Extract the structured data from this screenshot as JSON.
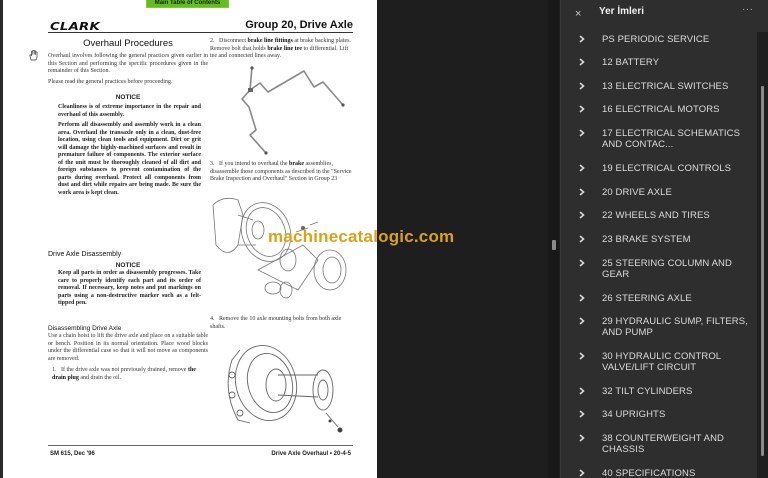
{
  "viewer": {
    "toc_button": "Main Table of Contents",
    "page": {
      "logo": "CLARK",
      "group_title": "Group 20, Drive Axle",
      "overhaul": {
        "title": "Overhaul Procedures",
        "intro": "Overhaul involves following the general practices given earlier in this Section and performing the specific procedures given in the remainder of this Section.",
        "read_note": "Please read the general practices before proceeding.",
        "notice_heading": "NOTICE",
        "notice_1": "Cleanliness is of extreme importance in the repair and overhaul of this assembly.",
        "notice_2": "Perform all disassembly and assembly work in a clean area. Overhaul the transaxle only in a clean, dust-free location, using clean tools and equipment. Dirt or grit will damage the highly-machined surfaces and result in premature failure of components. The exterior surface of the unit must be thoroughly cleaned of all dirt and foreign substances to prevent contamination of the parts during overhaul. Protect all components from dust and dirt while repairs are being made. Be sure the work area is kept clean."
      },
      "disassembly": {
        "title": "Drive Axle Disassembly",
        "notice_heading": "NOTICE",
        "notice": "Keep all parts in order as disassembly progresses. Take care to properly identify each part and its order of removal. If necessary, keep notes and put markings on parts using a non-destructive marker such as a felt-tipped pen."
      },
      "disassembling": {
        "title": "Disassembling Drive Axle",
        "intro": "Use a chain hoist to lift the drive axle and place on a suitable table or bench. Position in its normal orientation. Place wood blocks under the differential case so that it will not move as components are removed.",
        "step1_num": "1.",
        "step1_a": "If the drive axle was not previously drained, remove ",
        "step1_bold": "the drain plug",
        "step1_b": " and drain the oil."
      },
      "right_steps": {
        "step2_num": "2.",
        "step2_a": "Disconnect ",
        "step2_bold1": "brake line fittings",
        "step2_b": " at brake backing plates. Remove bolt that holds ",
        "step2_bold2": "brake line tee",
        "step2_c": " to differential. Lift tee and connected lines away.",
        "step3_num": "3.",
        "step3_a": "If you intend to overhaul the ",
        "step3_bold": "brake",
        "step3_b": " assemblies, disassemble those components as described in the \"Service Brake Inspection and Overhaul\" Section in Group 23",
        "step4_num": "4.",
        "step4_text": "Remove the 10 axle mounting bolts from both axle shafts."
      },
      "footer_left": "SM 615, Dec '96",
      "footer_right": "Drive Axle Overhaul  •  20-4-5"
    },
    "watermark": "machinecatalogic.com"
  },
  "bookmarks": {
    "title": "Yer İmleri",
    "close_icon": "×",
    "more_icon": "···",
    "items": [
      {
        "label": "PS  PERIODIC SERVICE"
      },
      {
        "label": "12  BATTERY"
      },
      {
        "label": "13  ELECTRICAL SWITCHES"
      },
      {
        "label": "16  ELECTRICAL MOTORS"
      },
      {
        "label": "17  ELECTRICAL SCHEMATICS AND CONTAC..."
      },
      {
        "label": "19  ELECTRICAL CONTROLS"
      },
      {
        "label": "20  DRIVE AXLE"
      },
      {
        "label": "22  WHEELS AND TIRES"
      },
      {
        "label": "23  BRAKE SYSTEM"
      },
      {
        "label": "25  STEERING COLUMN AND GEAR"
      },
      {
        "label": "26  STEERING AXLE"
      },
      {
        "label": "29  HYDRAULIC SUMP, FILTERS, AND PUMP"
      },
      {
        "label": "30  HYDRAULIC CONTROL VALVE/LIFT CIRCUIT"
      },
      {
        "label": "32  TILT CYLINDERS"
      },
      {
        "label": "34  UPRIGHTS"
      },
      {
        "label": "38  COUNTERWEIGHT AND CHASSIS"
      },
      {
        "label": "40  SPECIFICATIONS"
      }
    ]
  },
  "colors": {
    "toc_button_bg": "#66bb22",
    "watermark": "#d9a21a",
    "panel_bg": "#2e2e2e",
    "viewer_bg": "#1e1e1e"
  }
}
